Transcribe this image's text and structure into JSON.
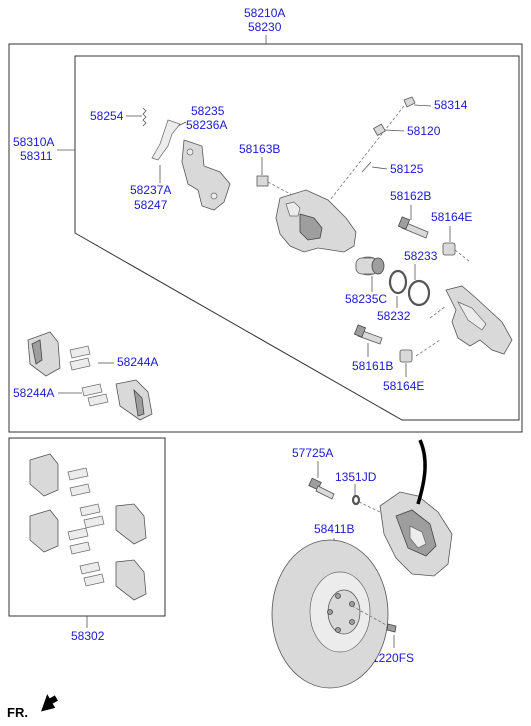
{
  "labels": {
    "top_a": "58210A",
    "top_b": "58230",
    "left_a": "58310A",
    "left_b": "58311",
    "p58254": "58254",
    "p58235": "58235",
    "p58236a": "58236A",
    "p58237a": "58237A",
    "p58247": "58247",
    "p58163b": "58163B",
    "p58314": "58314",
    "p58120": "58120",
    "p58125": "58125",
    "p58162b": "58162B",
    "p58164e_top": "58164E",
    "p58233": "58233",
    "p58235c": "58235C",
    "p58232": "58232",
    "p58161b": "58161B",
    "p58164e_bot": "58164E",
    "p58244a_right": "58244A",
    "p58244a_left": "58244A",
    "p58302": "58302",
    "p57725a": "57725A",
    "p1351jd": "1351JD",
    "p58411b": "58411B",
    "p1220fs": "1220FS",
    "fr": "FR."
  },
  "colors": {
    "label_text": "#1a1ad2",
    "frame_line": "#333333",
    "part_fill": "#d9d9d9"
  }
}
